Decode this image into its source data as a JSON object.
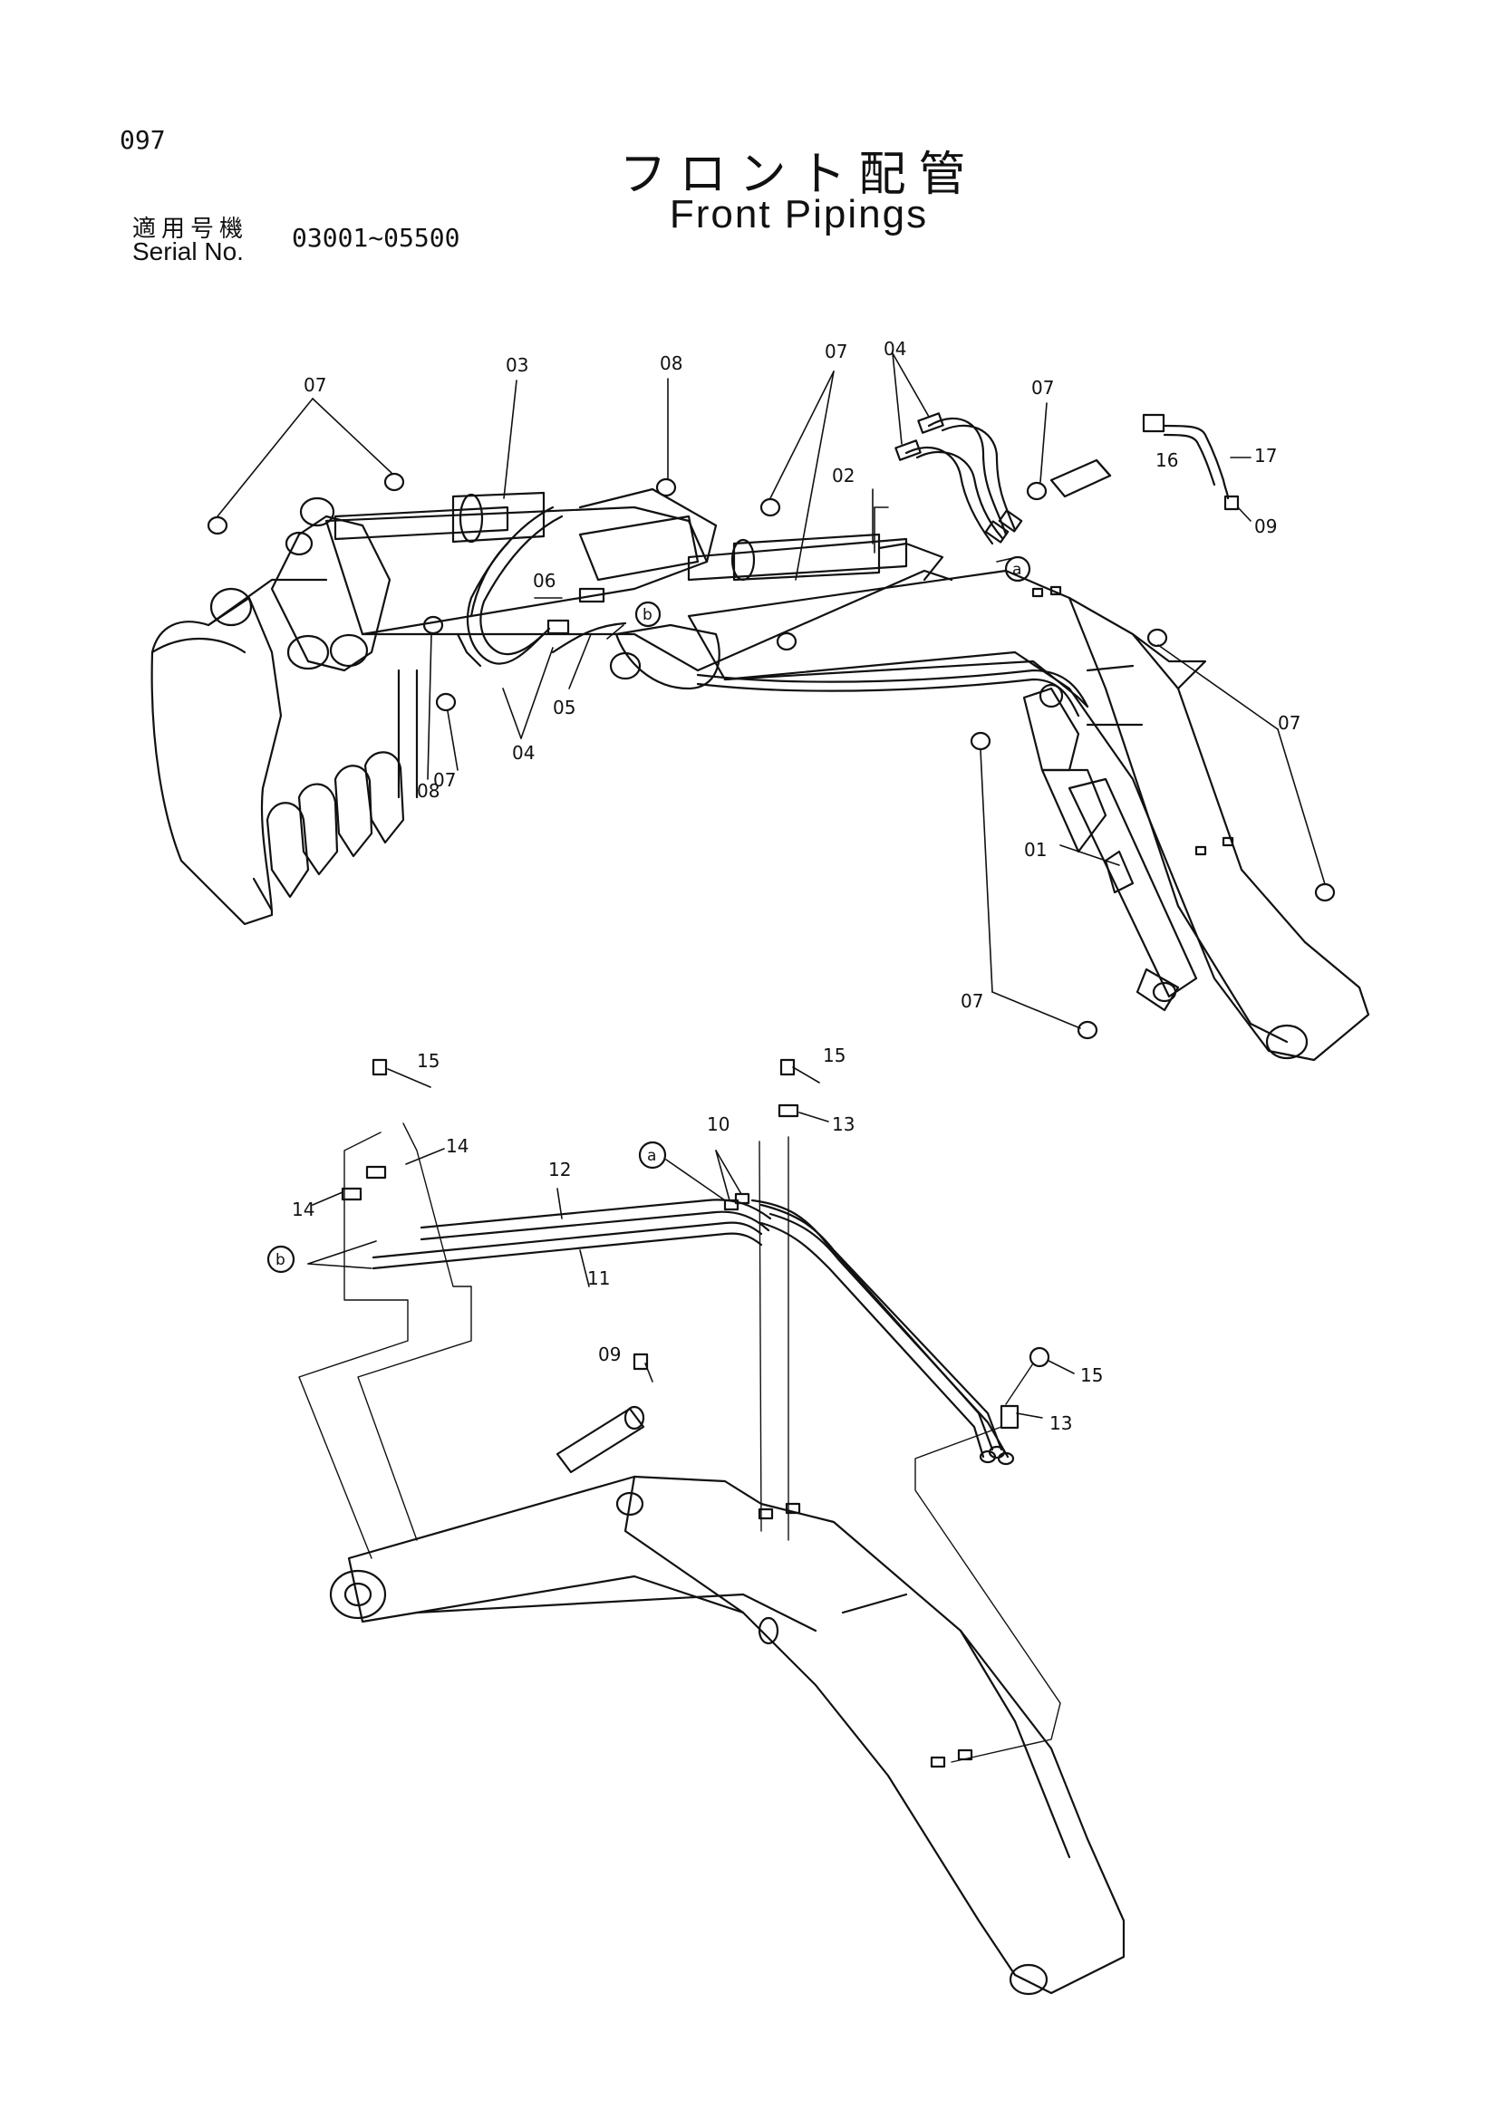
{
  "header": {
    "page_number": "097",
    "title_jp": "フロント配管",
    "title_en": "Front Pipings",
    "serial_label_jp": "適用号機",
    "serial_label_en": "Serial No.",
    "serial_range": "03001~05500"
  },
  "callouts": {
    "top_07_left": "07",
    "top_03": "03",
    "top_08_upper": "08",
    "top_07_mid": "07",
    "top_04_top": "04",
    "top_07_right": "07",
    "top_16": "16",
    "top_17": "17",
    "top_02": "02",
    "top_09": "09",
    "ref_a_top": "a",
    "top_06": "06",
    "ref_b_top": "b",
    "top_05": "05",
    "top_04_bottom": "04",
    "top_08_lower": "08",
    "top_07_lower": "07",
    "top_07_far_right": "07",
    "top_01": "01",
    "top_07_bottom": "07",
    "bot_15_left": "15",
    "bot_14_upper": "14",
    "bot_14_lower": "14",
    "bot_12": "12",
    "bot_11": "11",
    "ref_b_bottom": "b",
    "bot_15_mid": "15",
    "bot_13_upper": "13",
    "bot_10": "10",
    "ref_a_bottom": "a",
    "bot_09": "09",
    "bot_15_right": "15",
    "bot_13_lower": "13"
  }
}
